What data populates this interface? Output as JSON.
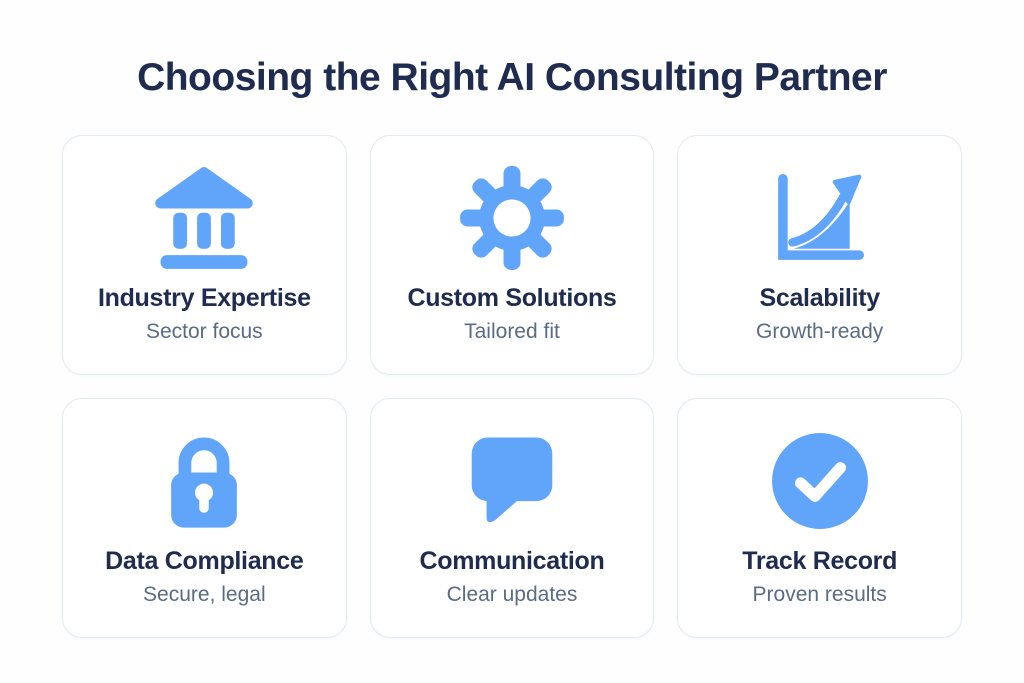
{
  "page": {
    "title": "Choosing the Right AI Consulting Partner"
  },
  "colors": {
    "accent": "#60a5fa",
    "heading_text": "#202b50",
    "subtitle_text": "#5b6b84",
    "card_border": "#e3eaf4",
    "card_background": "#ffffff",
    "page_background": "#fdfefd"
  },
  "cards": [
    {
      "icon": "bank-icon",
      "heading": "Industry Expertise",
      "subtitle": "Sector focus"
    },
    {
      "icon": "gear-icon",
      "heading": "Custom Solutions",
      "subtitle": "Tailored fit"
    },
    {
      "icon": "growth-chart-icon",
      "heading": "Scalability",
      "subtitle": "Growth-ready"
    },
    {
      "icon": "lock-icon",
      "heading": "Data Compliance",
      "subtitle": "Secure, legal"
    },
    {
      "icon": "speech-bubble-icon",
      "heading": "Communication",
      "subtitle": "Clear updates"
    },
    {
      "icon": "check-circle-icon",
      "heading": "Track Record",
      "subtitle": "Proven results"
    }
  ]
}
